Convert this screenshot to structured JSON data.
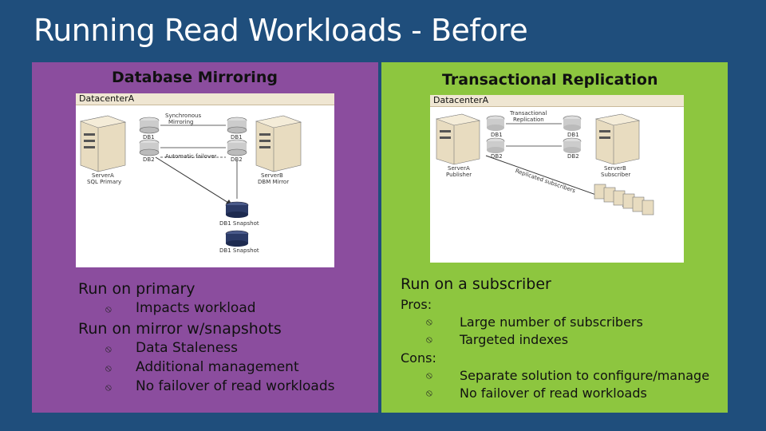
{
  "title": "Running Read Workloads - Before",
  "left": {
    "heading": "Database Mirroring",
    "diagram": {
      "datacenter": "DatacenterA",
      "labels": [
        "Synchronous",
        "Mirroring",
        "DB1",
        "DB2",
        "DB1",
        "DB2",
        "Automatic failover",
        "ServerA",
        "SQL Primary",
        "ServerB",
        "DBM Mirror",
        "DB1 Snapshot",
        "DB1 Snapshot"
      ]
    },
    "items": [
      {
        "text": "Run on primary",
        "level": 1
      },
      {
        "text": "Impacts workload",
        "level": 2
      },
      {
        "text": "Run on mirror w/snapshots",
        "level": 1
      },
      {
        "text": "Data Staleness",
        "level": 2
      },
      {
        "text": "Additional management",
        "level": 2
      },
      {
        "text": "No failover of read workloads",
        "level": 2
      }
    ]
  },
  "right": {
    "heading": "Transactional Replication",
    "diagram": {
      "datacenter": "DatacenterA",
      "labels": [
        "Transactional",
        "Replication",
        "DB1",
        "DB2",
        "DB1",
        "DB2",
        "ServerA",
        "Publisher",
        "ServerB",
        "Subscriber",
        "Replicated subscribers"
      ]
    },
    "items": [
      {
        "text": "Run on a subscriber",
        "level": 1
      },
      {
        "text": "Pros:",
        "level": 2
      },
      {
        "text": "Large number of subscribers",
        "level": 3
      },
      {
        "text": "Targeted indexes",
        "level": 3
      },
      {
        "text": "Cons:",
        "level": 2
      },
      {
        "text": "Separate solution to configure/manage",
        "level": 3
      },
      {
        "text": "No failover of read workloads",
        "level": 3
      }
    ]
  },
  "colors": {
    "background": "#1f4e7c",
    "left_panel": "#8b4d9e",
    "right_panel": "#8dc63f"
  },
  "bullet_icon": "circle-slash-icon"
}
